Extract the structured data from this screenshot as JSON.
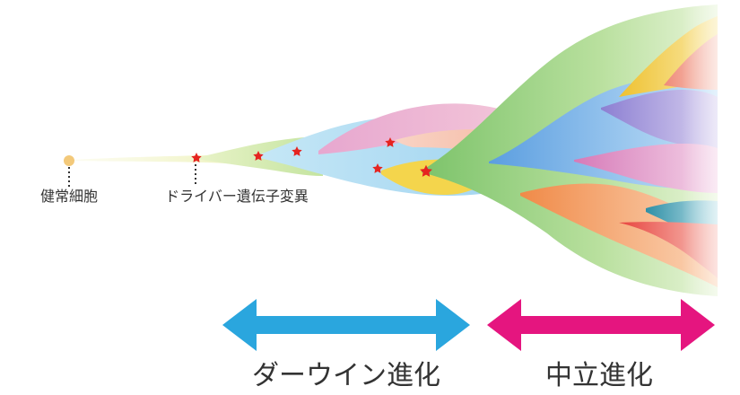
{
  "labels": {
    "healthy_cell": "健常細胞",
    "driver_mutation": "ドライバー遺伝子変異",
    "darwinian_evolution": "ダーウイン進化",
    "neutral_evolution": "中立進化"
  },
  "colors": {
    "darwin_arrow": "#2aa6de",
    "neutral_arrow": "#e5157f",
    "mutation_star": "#e52420",
    "healthy_cell_dot": "#f3c97a",
    "pale_yellow": "#eef2b5",
    "pale_green": "#c9e6a5",
    "light_blue": "#a9d9f2",
    "pink": "#e7a0c9",
    "peach": "#f6c3b0",
    "yellow": "#f3d34a",
    "green": "#8ccb72",
    "blue": "#6aa9e0",
    "purple": "#9c8fd0",
    "magenta": "#d98fc0",
    "orange": "#f39a5a",
    "teal": "#3d9fb2",
    "red": "#e8534e",
    "gold": "#f0c43a"
  },
  "icons": [
    "star-icon",
    "double-arrow-icon"
  ]
}
